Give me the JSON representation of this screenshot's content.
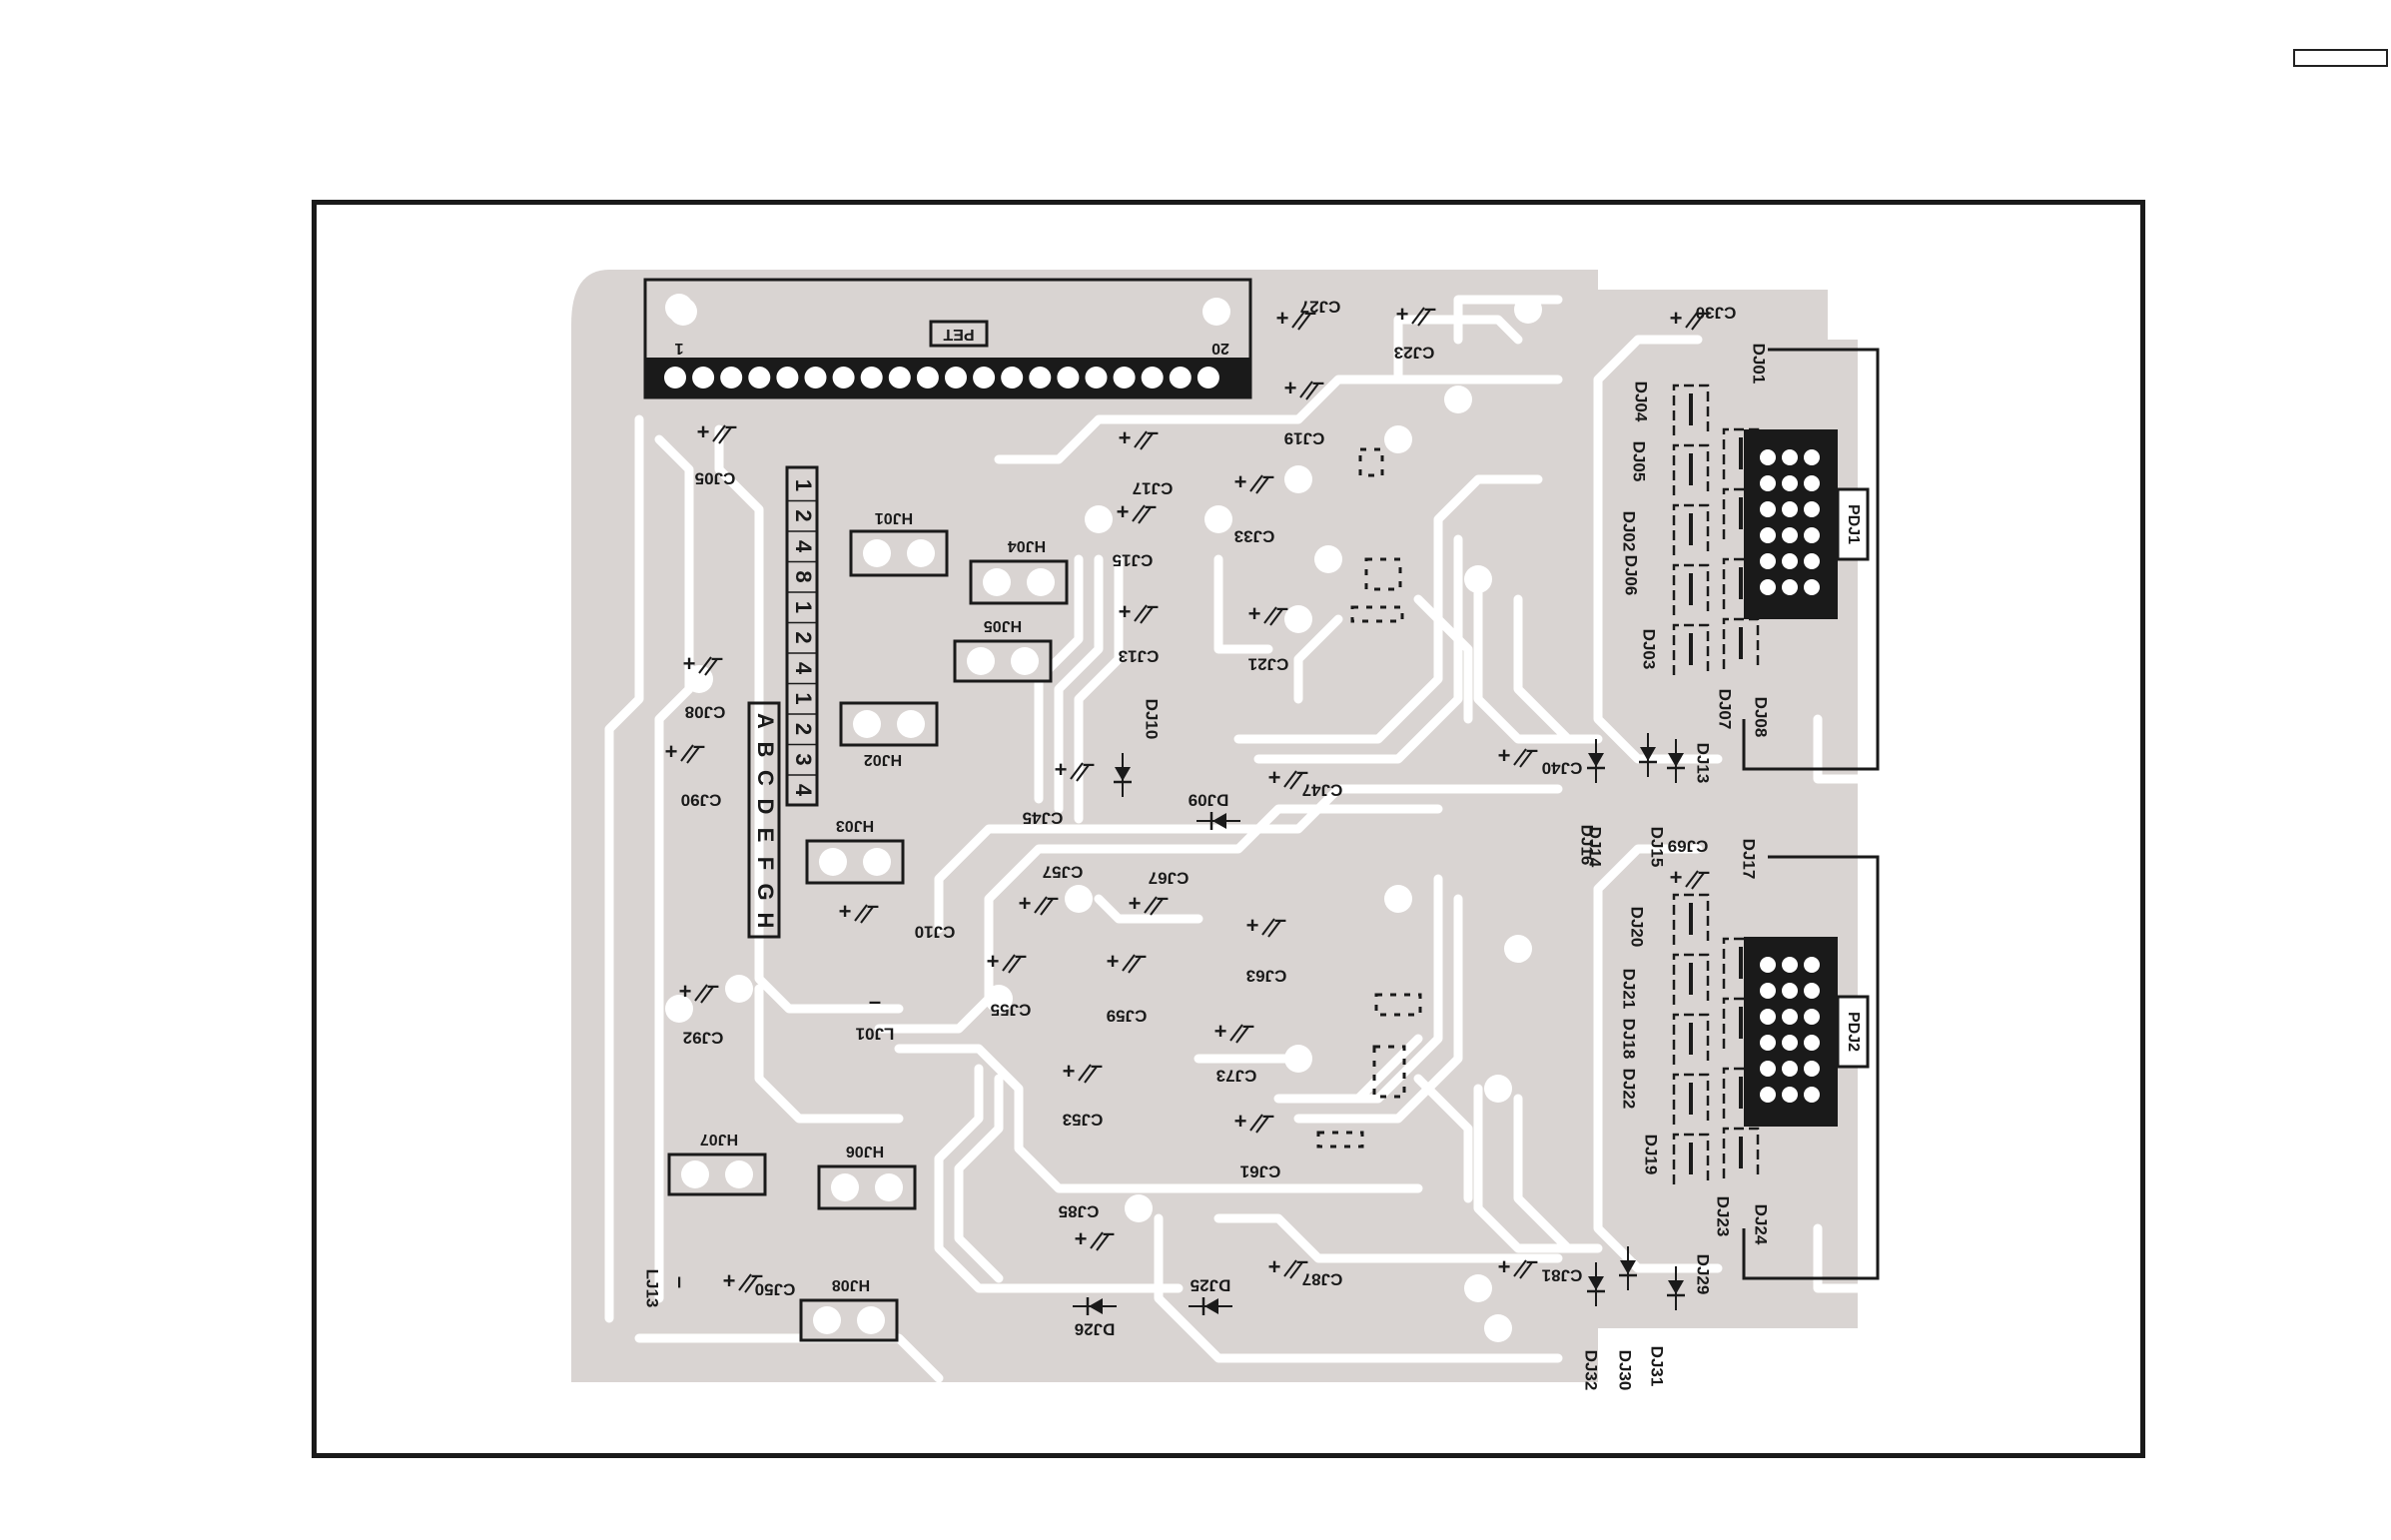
{
  "page": {
    "background": "#ffffff"
  },
  "colors": {
    "board": "#d9d4d2",
    "trace": "#ffffff",
    "ink": "#1a1a1a"
  },
  "connector_pet": {
    "label": "PET",
    "pin_first": "1",
    "pin_last": "20",
    "pin_count": 20
  },
  "connector_pdj1": {
    "label": "PDJ1"
  },
  "connector_pdj2": {
    "label": "PDJ2"
  },
  "jumper_table": {
    "top_row": [
      "1",
      "2",
      "4",
      "8",
      "1",
      "2",
      "4",
      "1",
      "2",
      "3",
      "4"
    ],
    "side_col": [
      "A",
      "B",
      "C",
      "D",
      "E",
      "F",
      "G",
      "H"
    ]
  },
  "components": {
    "capacitors": [
      "CJ27",
      "CJ23",
      "CJ30",
      "CJ19",
      "CJ05",
      "CJ17",
      "CJ15",
      "CJ33",
      "CJ13",
      "CJ21",
      "CJ08",
      "CJ90",
      "CJ45",
      "CJ47",
      "CJ40",
      "CJ69",
      "CJ57",
      "CJ67",
      "CJ10",
      "CJ63",
      "CJ55",
      "CJ59",
      "CJ92",
      "CJ73",
      "CJ53",
      "CJ61",
      "CJ85",
      "CJ50",
      "CJ87",
      "CJ81"
    ],
    "diodes": [
      "DJ01",
      "DJ04",
      "DJ05",
      "DJ02",
      "DJ06",
      "DJ03",
      "DJ07",
      "DJ08",
      "DJ10",
      "DJ09",
      "DJ13",
      "DJ14",
      "DJ15",
      "DJ16",
      "DJ17",
      "DJ20",
      "DJ21",
      "DJ18",
      "DJ22",
      "DJ19",
      "DJ23",
      "DJ24",
      "DJ29",
      "DJ25",
      "DJ26",
      "DJ30",
      "DJ31",
      "DJ32"
    ],
    "headers": [
      "HJ01",
      "HJ04",
      "HJ05",
      "HJ02",
      "HJ03",
      "HJ07",
      "HJ06",
      "HJ08"
    ],
    "inductors": [
      "LJ01",
      "LJ13"
    ]
  }
}
